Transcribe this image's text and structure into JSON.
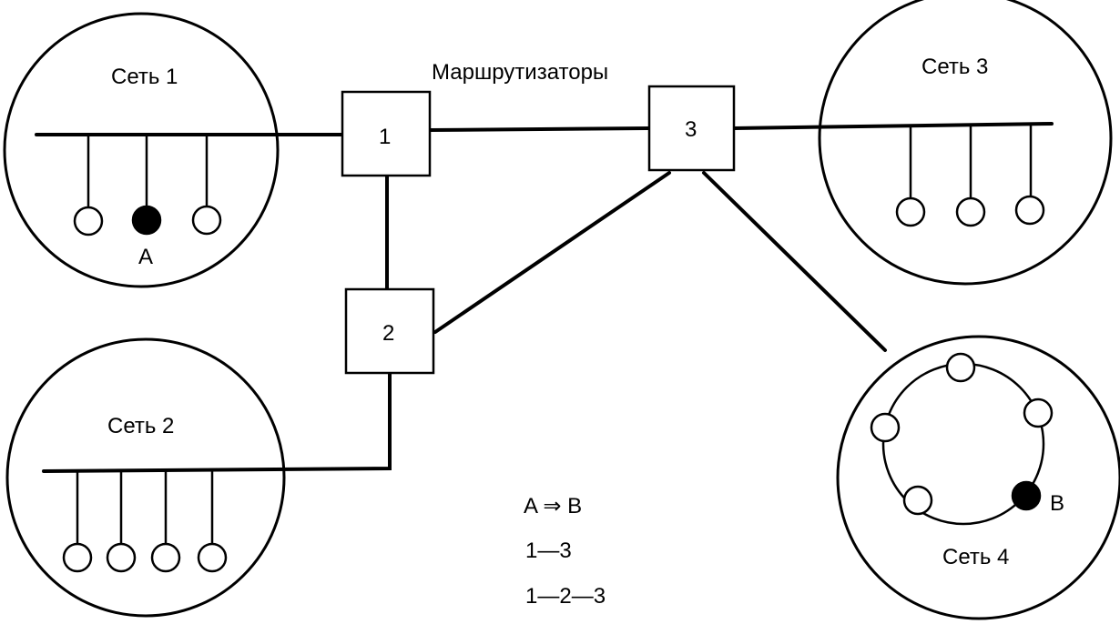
{
  "networks": {
    "net1": {
      "label": "Сеть 1"
    },
    "net2": {
      "label": "Сеть 2"
    },
    "net3": {
      "label": "Сеть 3"
    },
    "net4": {
      "label": "Сеть 4"
    }
  },
  "routers_caption": "Маршрутизаторы",
  "routers": {
    "r1": {
      "label": "1"
    },
    "r2": {
      "label": "2"
    },
    "r3": {
      "label": "3"
    }
  },
  "hosts": {
    "a": {
      "label": "A"
    },
    "b": {
      "label": "B"
    }
  },
  "legend": {
    "route": "A ⇒ B",
    "path1": "1—3",
    "path2": "1—2—3"
  }
}
